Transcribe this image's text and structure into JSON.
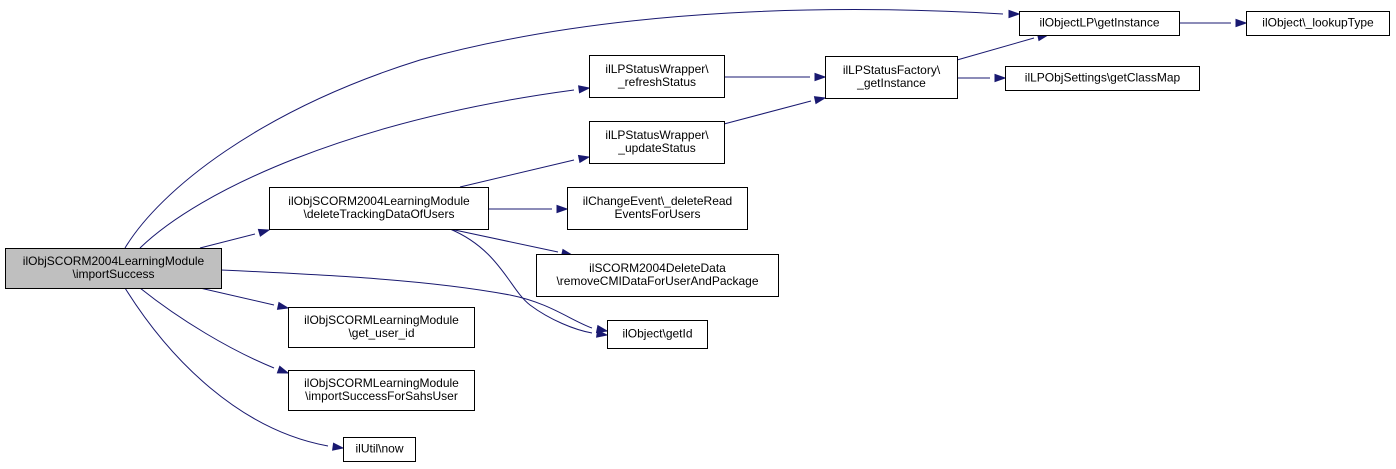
{
  "diagram": {
    "nodes": [
      {
        "id": "root",
        "lines": [
          "ilObjSCORM2004LearningModule",
          "\\importSuccess"
        ],
        "root": true
      },
      {
        "id": "getInstance_lp",
        "lines": [
          "ilObjectLP\\getInstance"
        ]
      },
      {
        "id": "lookupType",
        "lines": [
          "ilObject\\_lookupType"
        ]
      },
      {
        "id": "refreshStatus",
        "lines": [
          "ilLPStatusWrapper\\",
          "_refreshStatus"
        ]
      },
      {
        "id": "statusFactory",
        "lines": [
          "ilLPStatusFactory\\",
          "_getInstance"
        ]
      },
      {
        "id": "getClassMap",
        "lines": [
          "ilLPObjSettings\\getClassMap"
        ]
      },
      {
        "id": "updateStatus",
        "lines": [
          "ilLPStatusWrapper\\",
          "_updateStatus"
        ]
      },
      {
        "id": "deleteTracking",
        "lines": [
          "ilObjSCORM2004LearningModule",
          "\\deleteTrackingDataOfUsers"
        ]
      },
      {
        "id": "deleteRead",
        "lines": [
          "ilChangeEvent\\_deleteRead",
          "EventsForUsers"
        ]
      },
      {
        "id": "removeCMI",
        "lines": [
          "ilSCORM2004DeleteData",
          "\\removeCMIDataForUserAndPackage"
        ]
      },
      {
        "id": "getId",
        "lines": [
          "ilObject\\getId"
        ]
      },
      {
        "id": "getUserId",
        "lines": [
          "ilObjSCORMLearningModule",
          "\\get_user_id"
        ]
      },
      {
        "id": "importSahs",
        "lines": [
          "ilObjSCORMLearningModule",
          "\\importSuccessForSahsUser"
        ]
      },
      {
        "id": "now",
        "lines": [
          "ilUtil\\now"
        ]
      }
    ],
    "edges": [
      {
        "from": "root",
        "to": "getInstance_lp"
      },
      {
        "from": "root",
        "to": "refreshStatus"
      },
      {
        "from": "root",
        "to": "deleteTracking"
      },
      {
        "from": "root",
        "to": "getId"
      },
      {
        "from": "root",
        "to": "getUserId"
      },
      {
        "from": "root",
        "to": "importSahs"
      },
      {
        "from": "root",
        "to": "now"
      },
      {
        "from": "getInstance_lp",
        "to": "lookupType"
      },
      {
        "from": "refreshStatus",
        "to": "statusFactory"
      },
      {
        "from": "statusFactory",
        "to": "getInstance_lp"
      },
      {
        "from": "statusFactory",
        "to": "getClassMap"
      },
      {
        "from": "updateStatus",
        "to": "statusFactory"
      },
      {
        "from": "deleteTracking",
        "to": "updateStatus"
      },
      {
        "from": "deleteTracking",
        "to": "deleteRead"
      },
      {
        "from": "deleteTracking",
        "to": "removeCMI"
      },
      {
        "from": "deleteTracking",
        "to": "getId"
      }
    ],
    "colors": {
      "edge": "#191970",
      "root_fill": "#bfbfbf",
      "node_fill": "#ffffff",
      "node_border": "#000000"
    }
  }
}
